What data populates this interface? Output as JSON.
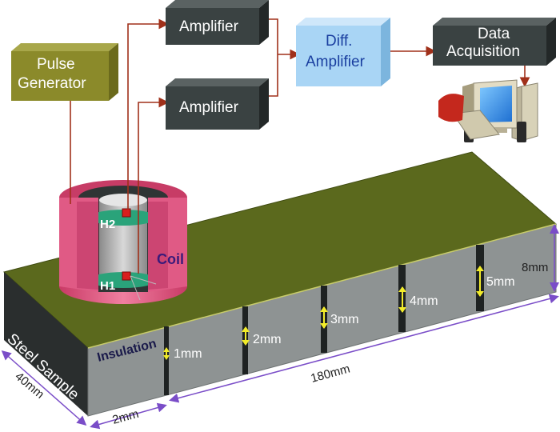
{
  "blocks": {
    "pulse_generator": [
      "Pulse",
      "Generator"
    ],
    "amplifier_top": "Amplifier",
    "amplifier_bottom": "Amplifier",
    "diff_amplifier": [
      "Diff.",
      "Amplifier"
    ],
    "data_acquisition": [
      "Data",
      "Acquisition"
    ]
  },
  "probe": {
    "coil": "Coil",
    "sensor_top": "H2",
    "sensor_bottom": "H1"
  },
  "sample": {
    "name": "Steel Sample",
    "insulation": "Insulation",
    "width": "40mm",
    "length": "180mm",
    "thickness": "8mm",
    "defect_spacing": "2mm"
  },
  "defects": [
    "1mm",
    "2mm",
    "3mm",
    "4mm",
    "5mm"
  ],
  "colors": {
    "dark_box": "#3a4242",
    "pulse_box": "#8b8a2a",
    "diff_box": "#a9d5f5",
    "plate_top": "#5c6a1e",
    "plate_front": "#8f9494",
    "coil": "#e0557e",
    "wire": "#a0301a",
    "dimension": "#7a4dc8",
    "depth_arrow": "#f2ec2a"
  }
}
